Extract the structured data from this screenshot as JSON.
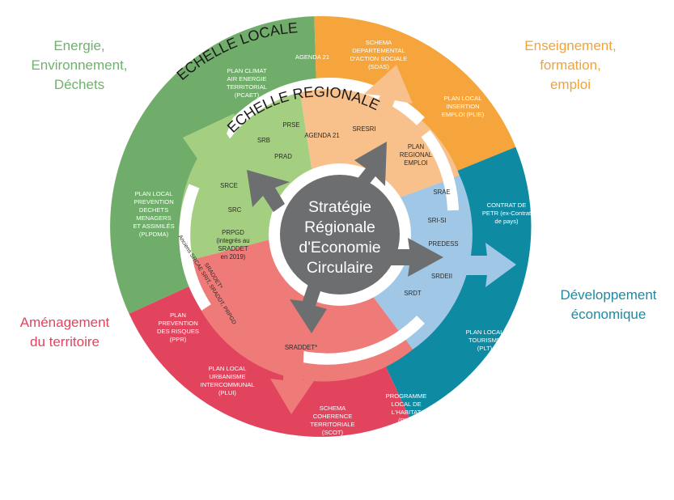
{
  "colors": {
    "green": "#70ad6a",
    "orange": "#f5a53c",
    "teal": "#0e8aa3",
    "red": "#e2445e",
    "light_green": "#a5cf80",
    "light_orange": "#f8c08a",
    "light_blue": "#a0c8e6",
    "light_red": "#ee7b78",
    "center_gray": "#6d6e70",
    "arrow_gray": "#6d6e70",
    "domain_green": "#6db36a",
    "domain_orange": "#f0a33a",
    "domain_teal": "#1b8ba3",
    "domain_red": "#e2445e"
  },
  "outer_label": "ECHELLE LOCALE",
  "inner_label": "ECHELLE REGIONALE",
  "center": {
    "line1": "Stratégie",
    "line2": "Régionale",
    "line3": "d'Economie",
    "line4": "Circulaire"
  },
  "domains": {
    "green": [
      "Energie,",
      "Environnement,",
      "Déchets"
    ],
    "orange": [
      "Enseignement,",
      "formation,",
      "emploi"
    ],
    "teal": [
      "Développement",
      "économique"
    ],
    "red": [
      "Aménagement",
      "du territoire"
    ]
  },
  "local_plans": {
    "agenda21": "AGENDA 21",
    "pcaet": [
      "PLAN CLIMAT",
      "AIR ENERGIE",
      "TERRITORIAL",
      "(PCAET)"
    ],
    "sdas": [
      "SCHEMA",
      "DEPARTEMENTAL",
      "D'ACTION SOCIALE",
      "(SDAS)"
    ],
    "plie": [
      "PLAN LOCAL",
      "INSERTION",
      "EMPLOI (PLIE)"
    ],
    "petr": [
      "CONTRAT DE",
      "PETR (ex-Contrat",
      "de pays)"
    ],
    "plt": [
      "PLAN LOCAL",
      "TOURISME",
      "(PLT)"
    ],
    "plh": [
      "PROGRAMME",
      "LOCAL DE",
      "L'HABITAT",
      "(PLH)"
    ],
    "scot": [
      "SCHEMA",
      "COHERENCE",
      "TERRITORIALE",
      "(SCOT)"
    ],
    "plui": [
      "PLAN LOCAL",
      "URBANISME",
      "INTERCOMMUNAL",
      "(PLUI)"
    ],
    "ppr": [
      "PLAN",
      "PREVENTION",
      "DES RISQUES",
      "(PPR)"
    ],
    "plpdma": [
      "PLAN LOCAL",
      "PREVENTION",
      "DECHETS",
      "MENAGERS",
      "ET ASSIMILÉS",
      "(PLPDMA)"
    ]
  },
  "regional_plans": {
    "prse": "PRSE",
    "agenda21": "AGENDA 21",
    "srb": "SRB",
    "prad": "PRAD",
    "sresri": "SRESRI",
    "pre": [
      "PLAN",
      "REGIONAL",
      "EMPLOI"
    ],
    "srce": "SRCE",
    "src": "SRC",
    "prpgd": [
      "PRPGD",
      "(integrés au",
      "SRADDET",
      "en 2019)"
    ],
    "srae": "SRAE",
    "srisi": "SRI-SI",
    "predess": "PREDESS",
    "srdeii": "SRDEII",
    "srdt": "SRDT",
    "sraddet_star": "SRADDET*",
    "sraddet_note": [
      "SRADDET*",
      "Anciens SRCAE SRIT, SRADDT, PRPGD"
    ]
  }
}
